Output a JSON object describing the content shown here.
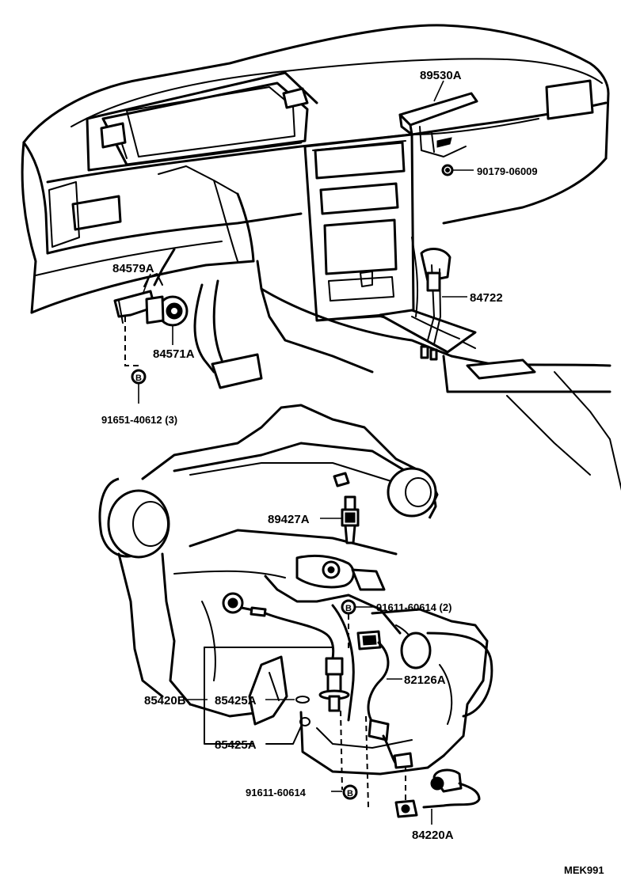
{
  "callouts": {
    "p89530A": "89530A",
    "p90179": "90179-06009",
    "p84579A": "84579A",
    "p84722": "84722",
    "p84571A": "84571A",
    "p91651": "91651-40612 (3)",
    "p89427A": "89427A",
    "p91611_top": "91611-60614 (2)",
    "p82126A": "82126A",
    "p85420B": "85420B",
    "p85425A_a": "85425A",
    "p85425A_b": "85425A",
    "p91611_bottom": "91611-60614",
    "p84220A": "84220A",
    "bolt_symbol": "B"
  },
  "figure_code": "MEK991"
}
